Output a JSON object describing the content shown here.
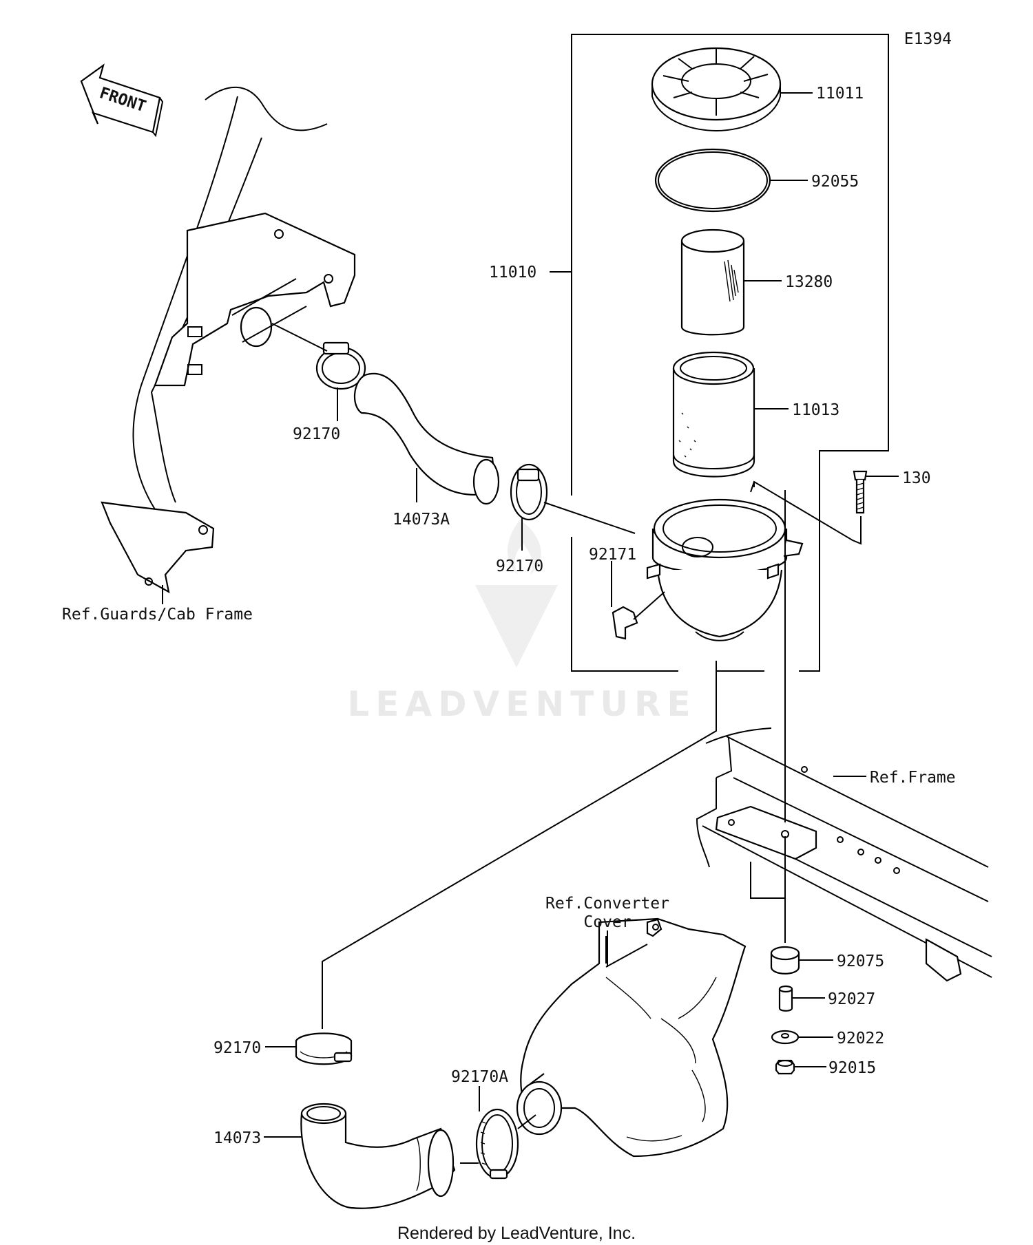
{
  "diagram_id": "E1394",
  "front_arrow": "FRONT",
  "watermark": "LEADVENTURE",
  "footer": "Rendered by LeadVenture, Inc.",
  "parts": {
    "p11011": "11011",
    "p92055": "92055",
    "p11010": "11010",
    "p13280": "13280",
    "p11013": "11013",
    "p130": "130",
    "p92171": "92171",
    "p92170_top": "92170",
    "p14073A": "14073A",
    "p92170_mid": "92170",
    "p92170_bottom": "92170",
    "p92170A": "92170A",
    "p14073": "14073",
    "p92075": "92075",
    "p92027": "92027",
    "p92022": "92022",
    "p92015": "92015"
  },
  "references": {
    "guards": "Ref.Guards/Cab Frame",
    "frame": "Ref.Frame",
    "converter_line1": "Ref.Converter",
    "converter_line2": "Cover"
  }
}
